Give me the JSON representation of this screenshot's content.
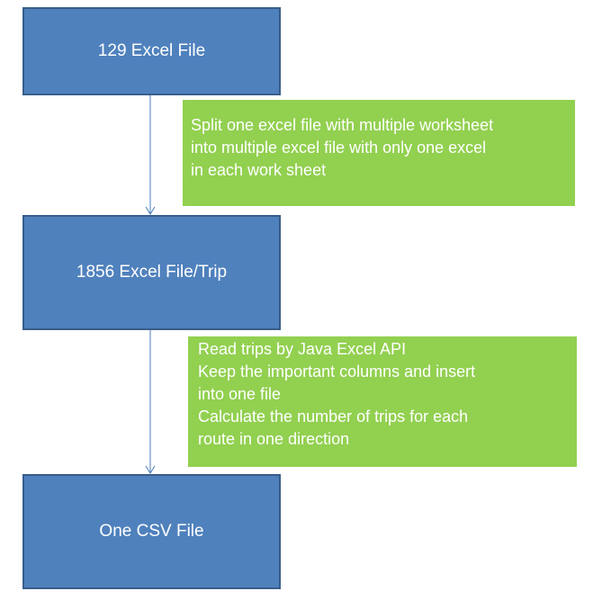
{
  "diagram": {
    "steps": [
      {
        "label": "129 Excel File"
      },
      {
        "label": "1856 Excel File/Trip"
      },
      {
        "label": "One CSV File"
      }
    ],
    "notes": [
      {
        "lines": [
          "Split one excel file with multiple worksheet",
          "into multiple excel file with only one excel",
          "in each work sheet"
        ]
      },
      {
        "lines": [
          "Read trips by Java Excel API",
          "Keep the important columns and insert",
          "into one file",
          "Calculate the number of trips for each",
          "route in one direction"
        ]
      }
    ]
  },
  "colors": {
    "step_fill": "#4f81bd",
    "step_border": "#385d8a",
    "note_fill": "#92d050",
    "connector": "#4a7ebb",
    "text": "#ffffff"
  }
}
